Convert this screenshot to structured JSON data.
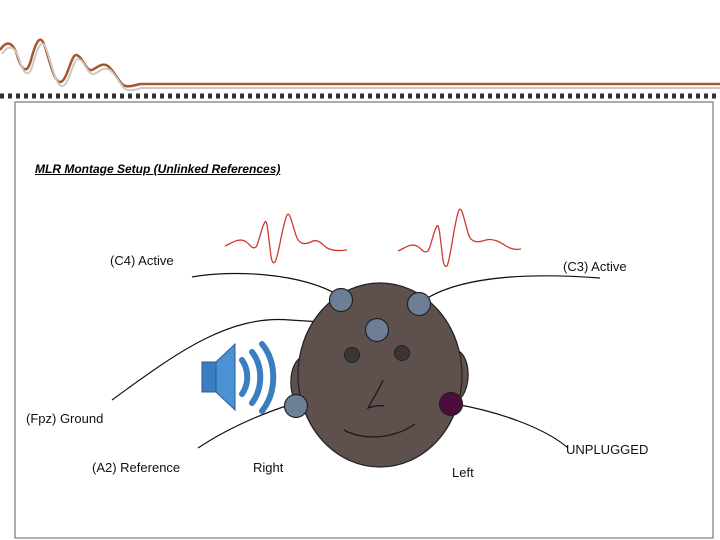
{
  "slide": {
    "title": "MLR Montage Setup (Unlinked References)",
    "colors": {
      "head": "#5e514d",
      "electrode": "#6d7f96",
      "unplugged_electrode": "#4b0d3c",
      "waveform": "#cf3a30",
      "banner_wave": "#a5582a",
      "speaker": "#3b7ec0"
    }
  },
  "labels": {
    "c4": "(C4) Active",
    "c3": "(C3) Active",
    "fpz": "(Fpz) Ground",
    "a2": "(A2) Reference",
    "unplugged": "UNPLUGGED",
    "right": "Right",
    "left": "Left"
  },
  "icons": [
    "speaker-icon",
    "waveform-icon"
  ]
}
